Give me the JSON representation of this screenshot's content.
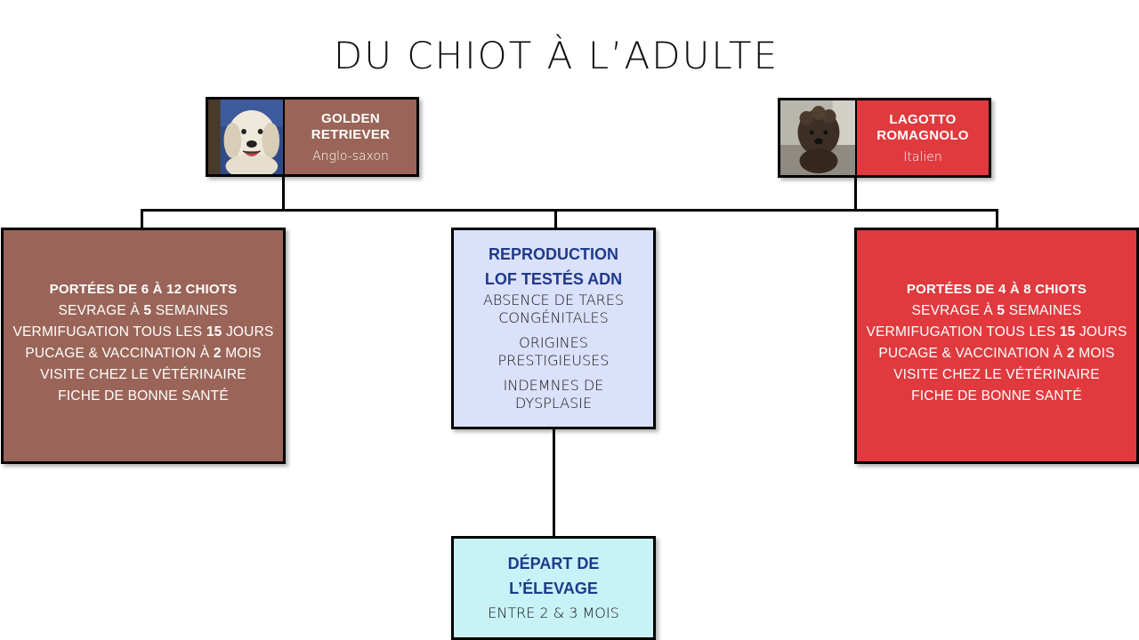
{
  "title": "DU CHIOT À L’ADULTE",
  "colors": {
    "brown": "#9a6558",
    "red": "#e03a3e",
    "lavender": "#dbe1fa",
    "cyan": "#c7f3f8",
    "heading_blue": "#1f3a8a"
  },
  "breeds": {
    "golden": {
      "photo_icon": "golden-retriever-photo",
      "name_line1": "GOLDEN",
      "name_line2": "RETRIEVER",
      "origin": "Anglo-saxon"
    },
    "lagotto": {
      "photo_icon": "lagotto-romagnolo-photo",
      "name_line1": "LAGOTTO",
      "name_line2": "ROMAGNOLO",
      "origin": "Italien"
    }
  },
  "left_box": {
    "heading": "PORTÉES DE 6 À 12 CHIOTS",
    "sevrage_pre": "SEVRAGE À ",
    "sevrage_num": "5",
    "sevrage_post": " SEMAINES",
    "vermi_pre": "VERMIFUGATION TOUS LES ",
    "vermi_num": "15",
    "vermi_post": " JOURS",
    "pucage_pre": "PUCAGE & VACCINATION À ",
    "pucage_num": "2",
    "pucage_post": " MOIS",
    "visite": "VISITE CHEZ LE VÉTÉRINAIRE",
    "fiche": "FICHE DE BONNE SANTÉ"
  },
  "right_box": {
    "heading": "PORTÉES DE 4 À 8 CHIOTS",
    "sevrage_pre": "SEVRAGE À ",
    "sevrage_num": "5",
    "sevrage_post": " SEMAINES",
    "vermi_pre": "VERMIFUGATION TOUS LES ",
    "vermi_num": "15",
    "vermi_post": " JOURS",
    "pucage_pre": "PUCAGE & VACCINATION À ",
    "pucage_num": "2",
    "pucage_post": " MOIS",
    "visite": "VISITE CHEZ LE VÉTÉRINAIRE",
    "fiche": "FICHE DE BONNE SANTÉ"
  },
  "center_box": {
    "heading1": "REPRODUCTION",
    "heading2": "LOF TESTÉS ADN",
    "item1_line1": "ABSENCE DE TARES",
    "item1_line2": "CONGÉNITALES",
    "item2_line1": "ORIGINES",
    "item2_line2": "PRESTIGIEUSES",
    "item3_line1": "INDEMNES DE",
    "item3_line2": "DYSPLASIE"
  },
  "bottom_box": {
    "heading1": "DÉPART DE",
    "heading2": "L’ÉLEVAGE",
    "text": "ENTRE 2 & 3 MOIS"
  }
}
